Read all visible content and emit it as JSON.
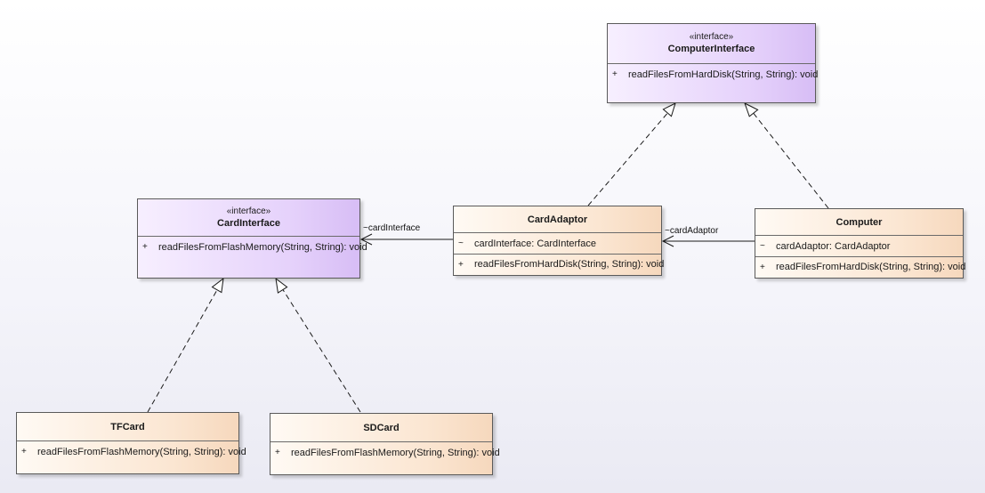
{
  "classes": {
    "computer_interface": {
      "stereotype": "«interface»",
      "name": "ComputerInterface",
      "operations": [
        {
          "visibility": "+",
          "text": "readFilesFromHardDisk(String, String): void"
        }
      ]
    },
    "card_interface": {
      "stereotype": "«interface»",
      "name": "CardInterface",
      "operations": [
        {
          "visibility": "+",
          "text": "readFilesFromFlashMemory(String, String): void"
        }
      ]
    },
    "card_adaptor": {
      "name": "CardAdaptor",
      "attributes": [
        {
          "visibility": "~",
          "text": "cardInterface: CardInterface"
        }
      ],
      "operations": [
        {
          "visibility": "+",
          "text": "readFilesFromHardDisk(String, String): void"
        }
      ]
    },
    "computer": {
      "name": "Computer",
      "attributes": [
        {
          "visibility": "~",
          "text": "cardAdaptor: CardAdaptor"
        }
      ],
      "operations": [
        {
          "visibility": "+",
          "text": "readFilesFromHardDisk(String, String): void"
        }
      ]
    },
    "tf_card": {
      "name": "TFCard",
      "operations": [
        {
          "visibility": "+",
          "text": "readFilesFromFlashMemory(String, String): void"
        }
      ]
    },
    "sd_card": {
      "name": "SDCard",
      "operations": [
        {
          "visibility": "+",
          "text": "readFilesFromFlashMemory(String, String): void"
        }
      ]
    }
  },
  "associations": {
    "adaptor_to_card_interface": "~cardInterface",
    "computer_to_adaptor": "~cardAdaptor"
  },
  "colors": {
    "interface_fill": "#e5d1fb",
    "class_fill": "#fbe6d2",
    "border": "#5a5a5a",
    "line": "#1a1a1a"
  }
}
